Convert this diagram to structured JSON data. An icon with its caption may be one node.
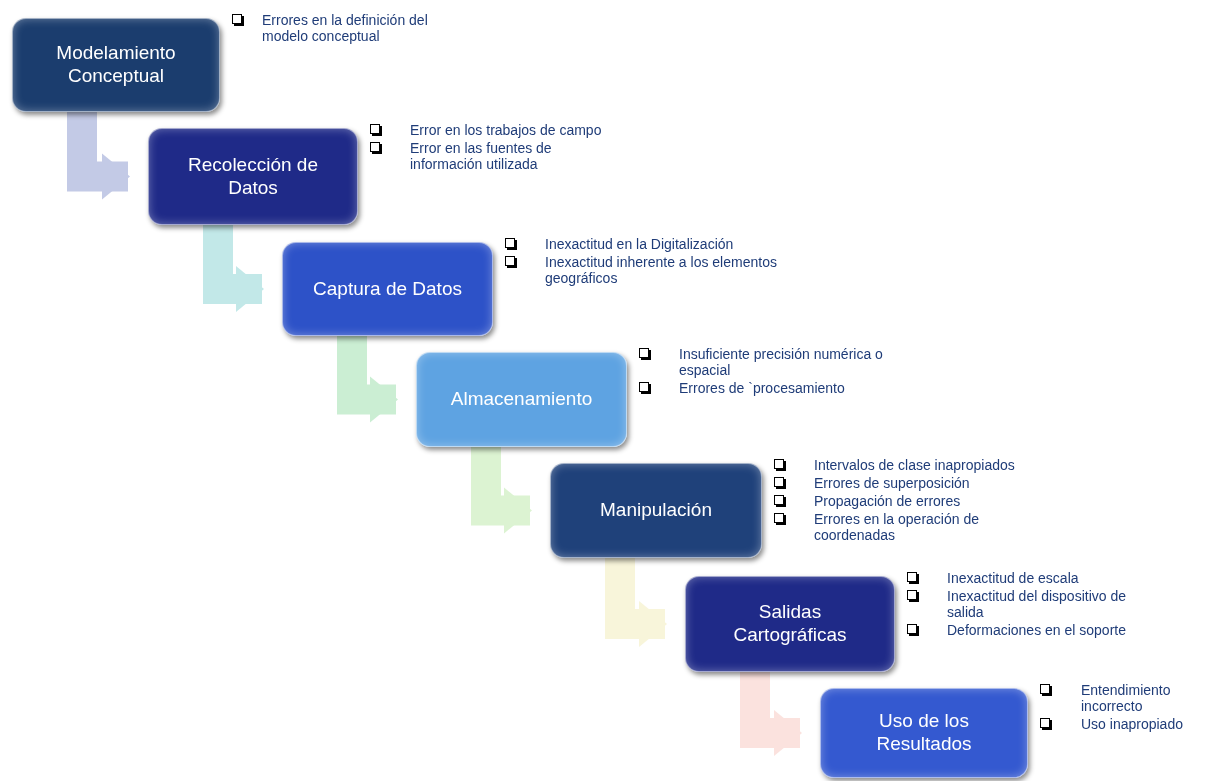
{
  "diagram": {
    "nodes": [
      {
        "text": [
          "Modelamiento Conceptual"
        ],
        "beside": [
          "Errores en la definición del modelo conceptual"
        ]
      },
      {
        "text": [
          "Recolección de Datos"
        ],
        "beside": [
          "Error en los trabajos de campo",
          "Error en las fuentes de información utilizada"
        ]
      },
      {
        "text": [
          "Captura de Datos"
        ],
        "beside": [
          "Inexactitud en la Digitalización",
          "Inexactitud inherente a los elementos geográficos"
        ]
      },
      {
        "text": [
          "Almacenamiento"
        ],
        "beside": [
          "Insuficiente precisión numérica o espacial",
          "Errores de `procesamiento"
        ]
      },
      {
        "text": [
          "Manipulación"
        ],
        "beside": [
          "Intervalos de clase inapropiados",
          "Errores de superposición",
          "Propagación de errores",
          "Errores en la operación de coordenadas"
        ]
      },
      {
        "text": [
          "Salidas Cartográficas"
        ],
        "beside": [
          "Inexactitud de escala",
          "Inexactitud del dispositivo de salida",
          "Deformaciones en el soporte"
        ]
      },
      {
        "text": [
          "Uso de los Resultados"
        ],
        "beside": [
          "Entendimiento incorrecto",
          "Uso inapropiado"
        ]
      }
    ],
    "edges": [
      {
        "from": 0,
        "to": 1,
        "arrow": "to",
        "color": "#c3cae6"
      },
      {
        "from": 1,
        "to": 2,
        "arrow": "to",
        "color": "#c2e8e8"
      },
      {
        "from": 2,
        "to": 3,
        "arrow": "to",
        "color": "#cbeed3"
      },
      {
        "from": 3,
        "to": 4,
        "arrow": "to",
        "color": "#dcf3d2"
      },
      {
        "from": 4,
        "to": 5,
        "arrow": "to",
        "color": "#f8f5da"
      },
      {
        "from": 5,
        "to": 6,
        "arrow": "to",
        "color": "#fbe2de"
      }
    ]
  }
}
